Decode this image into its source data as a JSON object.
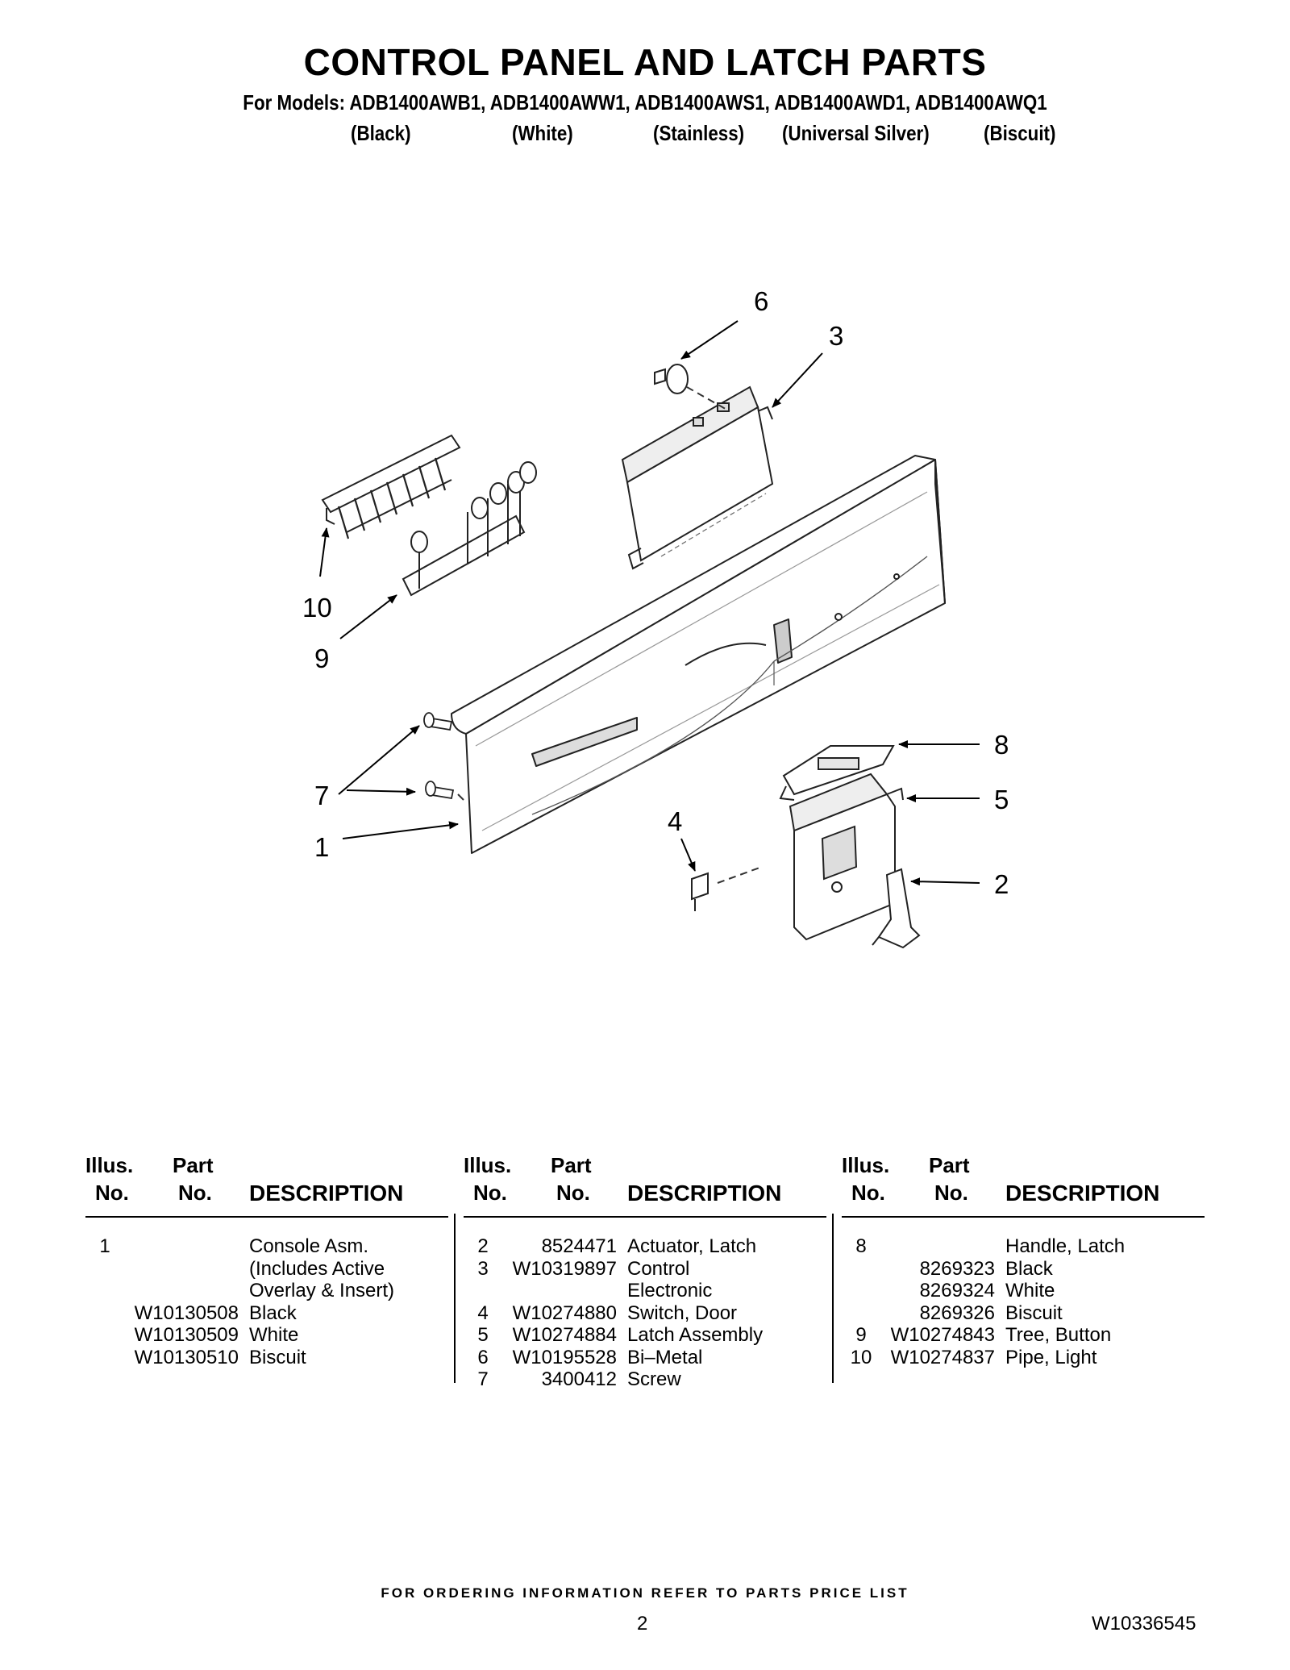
{
  "header": {
    "title": "CONTROL PANEL AND LATCH PARTS",
    "models_line": "For Models: ADB1400AWB1, ADB1400AWW1, ADB1400AWS1, ADB1400AWD1, ADB1400AWQ1",
    "colors": [
      "(Black)",
      "(White)",
      "(Stainless)",
      "(Universal Silver)",
      "(Biscuit)"
    ]
  },
  "diagram": {
    "callouts": [
      "6",
      "3",
      "10",
      "9",
      "8",
      "7",
      "5",
      "4",
      "1",
      "2"
    ]
  },
  "table_headers": {
    "illus": "Illus.",
    "part": "Part",
    "no": "No.",
    "description": "DESCRIPTION"
  },
  "parts_columns": [
    [
      {
        "illus": "1",
        "part": "",
        "desc": "Console Asm."
      },
      {
        "illus": "",
        "part": "",
        "desc": "(Includes Active"
      },
      {
        "illus": "",
        "part": "",
        "desc": "Overlay & Insert)"
      },
      {
        "illus": "",
        "part": "W10130508",
        "desc": "Black"
      },
      {
        "illus": "",
        "part": "W10130509",
        "desc": "White"
      },
      {
        "illus": "",
        "part": "W10130510",
        "desc": "Biscuit"
      }
    ],
    [
      {
        "illus": "2",
        "part": "8524471",
        "desc": "Actuator, Latch"
      },
      {
        "illus": "3",
        "part": "W10319897",
        "desc": "Control"
      },
      {
        "illus": "",
        "part": "",
        "desc": "Electronic"
      },
      {
        "illus": "4",
        "part": "W10274880",
        "desc": "Switch, Door"
      },
      {
        "illus": "5",
        "part": "W10274884",
        "desc": "Latch Assembly"
      },
      {
        "illus": "6",
        "part": "W10195528",
        "desc": "Bi–Metal"
      },
      {
        "illus": "7",
        "part": "3400412",
        "desc": "Screw"
      }
    ],
    [
      {
        "illus": "8",
        "part": "",
        "desc": "Handle, Latch"
      },
      {
        "illus": "",
        "part": "8269323",
        "desc": "Black"
      },
      {
        "illus": "",
        "part": "8269324",
        "desc": "White"
      },
      {
        "illus": "",
        "part": "8269326",
        "desc": "Biscuit"
      },
      {
        "illus": "9",
        "part": "W10274843",
        "desc": "Tree, Button"
      },
      {
        "illus": "10",
        "part": "W10274837",
        "desc": "Pipe, Light"
      }
    ]
  ],
  "footer": {
    "ordering_note": "FOR ORDERING INFORMATION REFER TO PARTS PRICE LIST",
    "page_number": "2",
    "document_number": "W10336545"
  }
}
